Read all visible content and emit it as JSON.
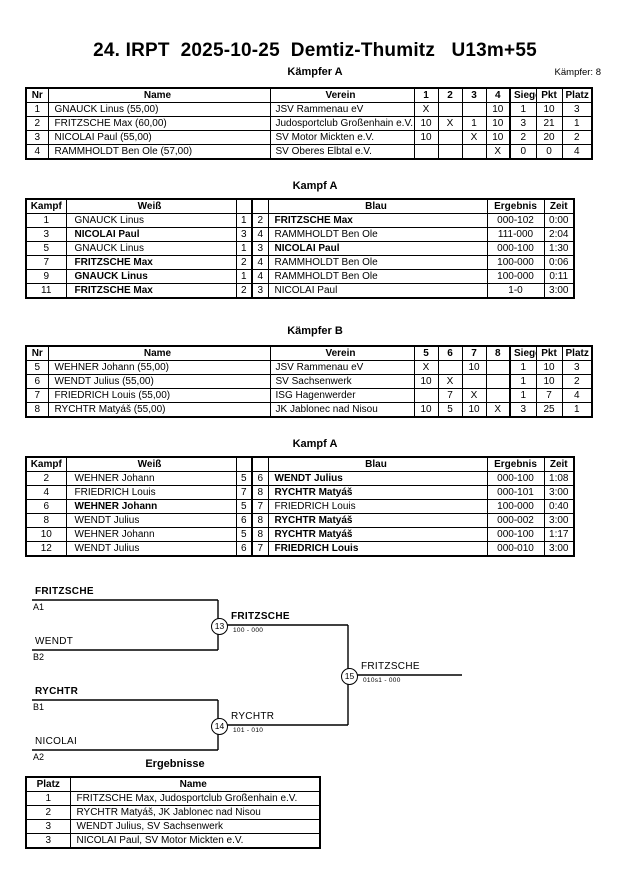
{
  "header": {
    "title": "24. IRPT  2025-10-25  Demtiz-Thumitz   U13m+55",
    "pool_caption": "Kämpfer A",
    "fighter_count": "Kämpfer: 8"
  },
  "pool_a": {
    "columns": [
      "Nr",
      "Name",
      "Verein",
      "1",
      "2",
      "3",
      "4",
      "Siege",
      "Pkt",
      "Platz"
    ],
    "rows": [
      {
        "nr": "1",
        "name": "GNAUCK  Linus  (55,00)",
        "verein": "JSV Rammenau eV",
        "m1": "X",
        "m2": "",
        "m3": "",
        "m4": "10",
        "siege": "1",
        "pkt": "10",
        "platz": "3"
      },
      {
        "nr": "2",
        "name": "FRITZSCHE Max  (60,00)",
        "verein": "Judosportclub Großenhain e.V.",
        "m1": "10",
        "m2": "X",
        "m3": "1",
        "m4": "10",
        "siege": "3",
        "pkt": "21",
        "platz": "1"
      },
      {
        "nr": "3",
        "name": "NICOLAI Paul  (55,00)",
        "verein": "SV Motor Mickten e.V.",
        "m1": "10",
        "m2": "",
        "m3": "X",
        "m4": "10",
        "siege": "2",
        "pkt": "20",
        "platz": "2"
      },
      {
        "nr": "4",
        "name": "RAMMHOLDT Ben Ole  (57,00)",
        "verein": "SV Oberes Elbtal e.V.",
        "m1": "",
        "m2": "",
        "m3": "",
        "m4": "X",
        "siege": "0",
        "pkt": "0",
        "platz": "4"
      }
    ]
  },
  "bouts_a": {
    "caption": "Kampf A",
    "columns": [
      "Kampf",
      "Weiß",
      "",
      "",
      "Blau",
      "Ergebnis",
      "Zeit"
    ],
    "rows": [
      {
        "kampf": "1",
        "weiss": "GNAUCK  Linus",
        "weiss_win": false,
        "n1": "1",
        "n2": "2",
        "blau": "FRITZSCHE Max",
        "blau_win": true,
        "ergebnis": "000-102",
        "zeit": "0:00"
      },
      {
        "kampf": "3",
        "weiss": "NICOLAI Paul",
        "weiss_win": true,
        "n1": "3",
        "n2": "4",
        "blau": "RAMMHOLDT Ben Ole",
        "blau_win": false,
        "ergebnis": "111-000",
        "zeit": "2:04"
      },
      {
        "kampf": "5",
        "weiss": "GNAUCK  Linus",
        "weiss_win": false,
        "n1": "1",
        "n2": "3",
        "blau": "NICOLAI Paul",
        "blau_win": true,
        "ergebnis": "000-100",
        "zeit": "1:30"
      },
      {
        "kampf": "7",
        "weiss": "FRITZSCHE Max",
        "weiss_win": true,
        "n1": "2",
        "n2": "4",
        "blau": "RAMMHOLDT Ben Ole",
        "blau_win": false,
        "ergebnis": "100-000",
        "zeit": "0:06"
      },
      {
        "kampf": "9",
        "weiss": "GNAUCK  Linus",
        "weiss_win": true,
        "n1": "1",
        "n2": "4",
        "blau": "RAMMHOLDT Ben Ole",
        "blau_win": false,
        "ergebnis": "100-000",
        "zeit": "0:11"
      },
      {
        "kampf": "11",
        "weiss": "FRITZSCHE Max",
        "weiss_win": true,
        "n1": "2",
        "n2": "3",
        "blau": "NICOLAI Paul",
        "blau_win": false,
        "ergebnis": "1-0",
        "zeit": "3:00"
      }
    ]
  },
  "pool_b": {
    "caption": "Kämpfer B",
    "columns": [
      "Nr",
      "Name",
      "Verein",
      "5",
      "6",
      "7",
      "8",
      "Siege",
      "Pkt",
      "Platz"
    ],
    "rows": [
      {
        "nr": "5",
        "name": "WEHNER  Johann  (55,00)",
        "verein": "JSV Rammenau eV",
        "m1": "X",
        "m2": "",
        "m3": "10",
        "m4": "",
        "siege": "1",
        "pkt": "10",
        "platz": "3"
      },
      {
        "nr": "6",
        "name": "WENDT Julius  (55,00)",
        "verein": "SV Sachsenwerk",
        "m1": "10",
        "m2": "X",
        "m3": "",
        "m4": "",
        "siege": "1",
        "pkt": "10",
        "platz": "2"
      },
      {
        "nr": "7",
        "name": "FRIEDRICH Louis  (55,00)",
        "verein": "ISG Hagenwerder",
        "m1": "",
        "m2": "7",
        "m3": "X",
        "m4": "",
        "siege": "1",
        "pkt": "7",
        "platz": "4"
      },
      {
        "nr": "8",
        "name": "RYCHTR Matyáš  (55,00)",
        "verein": "JK Jablonec nad Nisou",
        "m1": "10",
        "m2": "5",
        "m3": "10",
        "m4": "X",
        "siege": "3",
        "pkt": "25",
        "platz": "1"
      }
    ]
  },
  "bouts_b": {
    "caption": "Kampf A",
    "columns": [
      "Kampf",
      "Weiß",
      "",
      "",
      "Blau",
      "Ergebnis",
      "Zeit"
    ],
    "rows": [
      {
        "kampf": "2",
        "weiss": "WEHNER  Johann",
        "weiss_win": false,
        "n1": "5",
        "n2": "6",
        "blau": "WENDT Julius",
        "blau_win": true,
        "ergebnis": "000-100",
        "zeit": "1:08"
      },
      {
        "kampf": "4",
        "weiss": "FRIEDRICH Louis",
        "weiss_win": false,
        "n1": "7",
        "n2": "8",
        "blau": "RYCHTR Matyáš",
        "blau_win": true,
        "ergebnis": "000-101",
        "zeit": "3:00"
      },
      {
        "kampf": "6",
        "weiss": "WEHNER  Johann",
        "weiss_win": true,
        "n1": "5",
        "n2": "7",
        "blau": "FRIEDRICH Louis",
        "blau_win": false,
        "ergebnis": "100-000",
        "zeit": "0:40"
      },
      {
        "kampf": "8",
        "weiss": "WENDT Julius",
        "weiss_win": false,
        "n1": "6",
        "n2": "8",
        "blau": "RYCHTR Matyáš",
        "blau_win": true,
        "ergebnis": "000-002",
        "zeit": "3:00"
      },
      {
        "kampf": "10",
        "weiss": "WEHNER  Johann",
        "weiss_win": false,
        "n1": "5",
        "n2": "8",
        "blau": "RYCHTR Matyáš",
        "blau_win": true,
        "ergebnis": "000-100",
        "zeit": "1:17"
      },
      {
        "kampf": "12",
        "weiss": "WENDT Julius",
        "weiss_win": false,
        "n1": "6",
        "n2": "7",
        "blau": "FRIEDRICH Louis",
        "blau_win": true,
        "ergebnis": "000-010",
        "zeit": "3:00"
      }
    ]
  },
  "bracket": {
    "entries": [
      {
        "name": "FRITZSCHE",
        "seed": "A1"
      },
      {
        "name": "WENDT",
        "seed": "B2"
      },
      {
        "name": "RYCHTR",
        "seed": "B1"
      },
      {
        "name": "NICOLAI",
        "seed": "A2"
      }
    ],
    "matches": [
      {
        "number": "13",
        "winner": "FRITZSCHE",
        "score": "100 - 000"
      },
      {
        "number": "14",
        "winner": "RYCHTR",
        "score": "101 - 010"
      },
      {
        "number": "15",
        "winner": "FRITZSCHE",
        "score": "010s1 - 000"
      }
    ]
  },
  "results": {
    "caption": "Ergebnisse",
    "columns": [
      "Platz",
      "Name"
    ],
    "rows": [
      {
        "platz": "1",
        "name": "FRITZSCHE Max, Judosportclub Großenhain e.V."
      },
      {
        "platz": "2",
        "name": "RYCHTR Matyáš, JK Jablonec nad Nisou"
      },
      {
        "platz": "3",
        "name": "WENDT Julius, SV Sachsenwerk"
      },
      {
        "platz": "3",
        "name": "NICOLAI Paul, SV Motor Mickten e.V."
      }
    ]
  }
}
